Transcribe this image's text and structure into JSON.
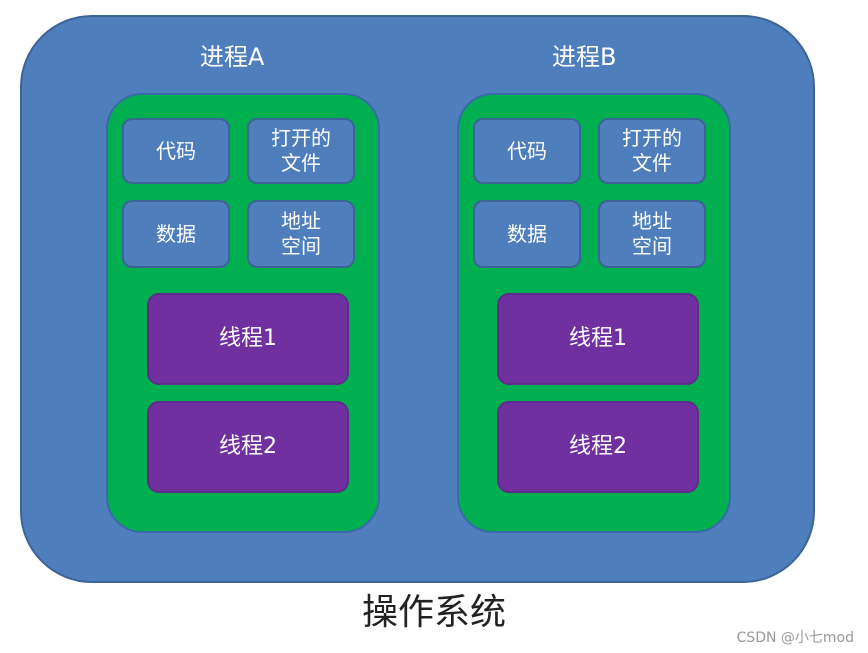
{
  "colors": {
    "os_box": "#4f7ebd",
    "process_box": "#00b050",
    "resource_box": "#4f7ebd",
    "thread_box": "#7030a0",
    "label_text": "#ffffff"
  },
  "os": {
    "label": "操作系统"
  },
  "processes": [
    {
      "title": "进程A",
      "resources": [
        "代码",
        "打开的\n文件",
        "数据",
        "地址\n空间"
      ],
      "threads": [
        "线程1",
        "线程2"
      ]
    },
    {
      "title": "进程B",
      "resources": [
        "代码",
        "打开的\n文件",
        "数据",
        "地址\n空间"
      ],
      "threads": [
        "线程1",
        "线程2"
      ]
    }
  ],
  "watermark": "CSDN @小七mod"
}
